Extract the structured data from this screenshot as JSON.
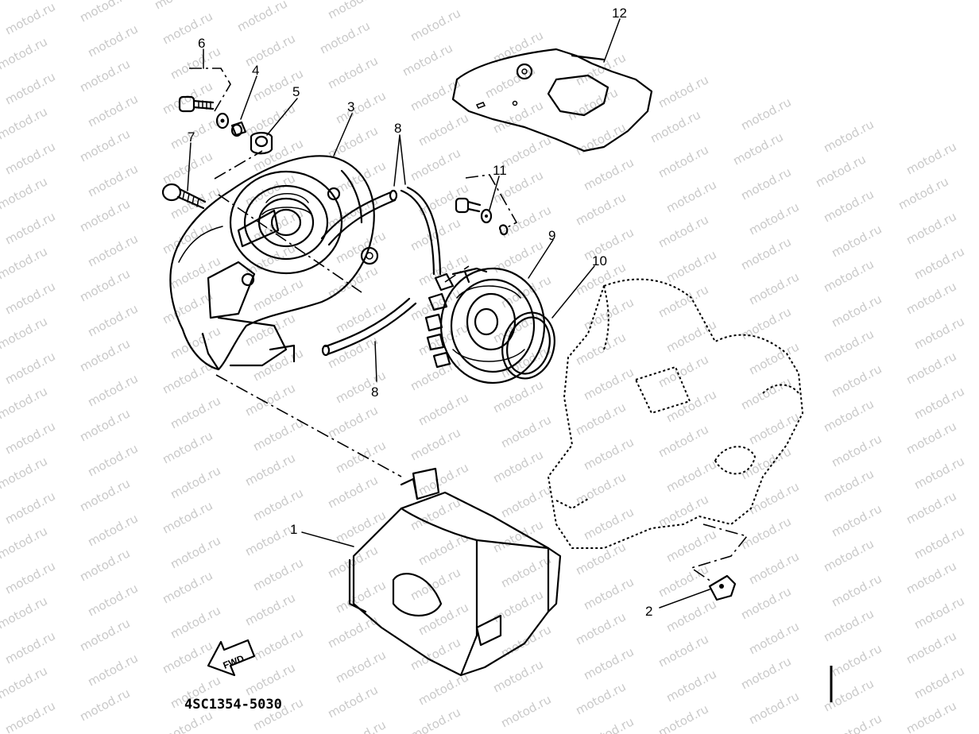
{
  "watermark": {
    "text": "motod.ru"
  },
  "diagram": {
    "part_code": "4SC1354-5030",
    "fwd_label": "FWD",
    "callouts": [
      {
        "id": "c1",
        "label": "1"
      },
      {
        "id": "c2",
        "label": "2"
      },
      {
        "id": "c3",
        "label": "3"
      },
      {
        "id": "c4",
        "label": "4"
      },
      {
        "id": "c5",
        "label": "5"
      },
      {
        "id": "c6",
        "label": "6"
      },
      {
        "id": "c7",
        "label": "7"
      },
      {
        "id": "c8a",
        "label": "8"
      },
      {
        "id": "c8b",
        "label": "8"
      },
      {
        "id": "c9",
        "label": "9"
      },
      {
        "id": "c10",
        "label": "10"
      },
      {
        "id": "c11",
        "label": "11"
      },
      {
        "id": "c12",
        "label": "12"
      }
    ]
  }
}
